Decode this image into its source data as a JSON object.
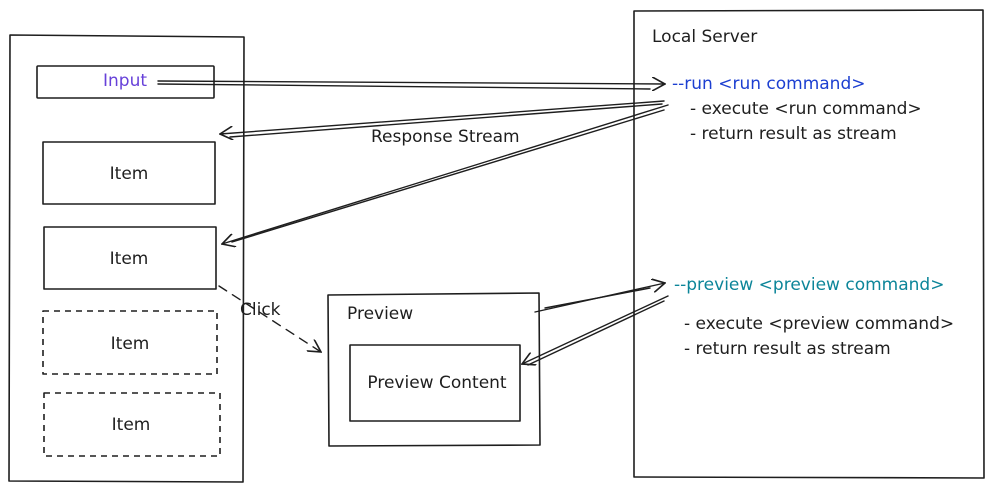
{
  "client": {
    "input_label": "Input",
    "items": [
      "Item",
      "Item",
      "Item",
      "Item"
    ]
  },
  "labels": {
    "response_stream": "Response Stream",
    "click": "Click"
  },
  "preview": {
    "title": "Preview",
    "content": "Preview Content"
  },
  "server": {
    "title": "Local Server",
    "run_flag": "--run <run command>",
    "run_steps": [
      "- execute <run command>",
      "- return result as stream"
    ],
    "preview_flag": "--preview <preview command>",
    "preview_steps": [
      "- execute <preview command>",
      "- return result as stream"
    ]
  },
  "colors": {
    "ink": "#1e1e1e",
    "input_text": "#6741d9",
    "run_flag": "#1c3fd1",
    "preview_flag": "#0c8599"
  }
}
